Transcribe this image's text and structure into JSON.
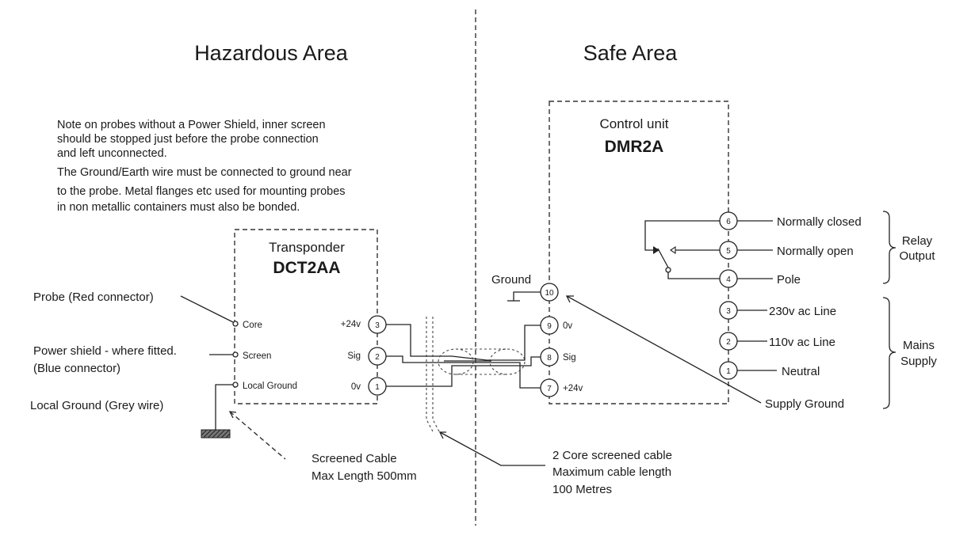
{
  "areas": {
    "hazardous": "Hazardous Area",
    "safe": "Safe Area"
  },
  "note": {
    "lines": [
      "Note on probes without a Power Shield, inner screen",
      "should be stopped just before the probe connection",
      "and left unconnected.",
      "The Ground/Earth wire must be connected to ground near",
      "to the probe.  Metal flanges etc used for mounting probes",
      "in non metallic containers must also be bonded."
    ]
  },
  "transponder": {
    "title": "Transponder",
    "model": "DCT2AA",
    "inputs": [
      "Core",
      "Screen",
      "Local Ground"
    ],
    "terminals": [
      {
        "num": "3",
        "label": "+24v"
      },
      {
        "num": "2",
        "label": "Sig"
      },
      {
        "num": "1",
        "label": "0v"
      }
    ]
  },
  "control_unit": {
    "title": "Control unit",
    "model": "DMR2A",
    "left_terminals": [
      {
        "num": "10",
        "label": "Ground"
      },
      {
        "num": "9",
        "label": "0v"
      },
      {
        "num": "8",
        "label": "Sig"
      },
      {
        "num": "7",
        "label": "+24v"
      }
    ],
    "right_terminals": [
      {
        "num": "6",
        "label": "Normally closed"
      },
      {
        "num": "5",
        "label": "Normally open"
      },
      {
        "num": "4",
        "label": "Pole"
      },
      {
        "num": "3",
        "label": "230v ac Line"
      },
      {
        "num": "2",
        "label": "110v ac Line"
      },
      {
        "num": "1",
        "label": "Neutral"
      }
    ],
    "supply_ground": "Supply Ground"
  },
  "groups": {
    "relay": [
      "Relay",
      "Output"
    ],
    "mains": [
      "Mains",
      "Supply"
    ]
  },
  "probe_labels": {
    "probe": "Probe (Red connector)",
    "shield_line1": "Power shield - where fitted.",
    "shield_line2": "(Blue connector)",
    "local_ground": "Local Ground (Grey wire)"
  },
  "cables": {
    "screened": [
      "Screened Cable",
      "Max Length 500mm"
    ],
    "two_core": [
      "2 Core screened cable",
      "Maximum cable length",
      "100 Metres"
    ]
  }
}
